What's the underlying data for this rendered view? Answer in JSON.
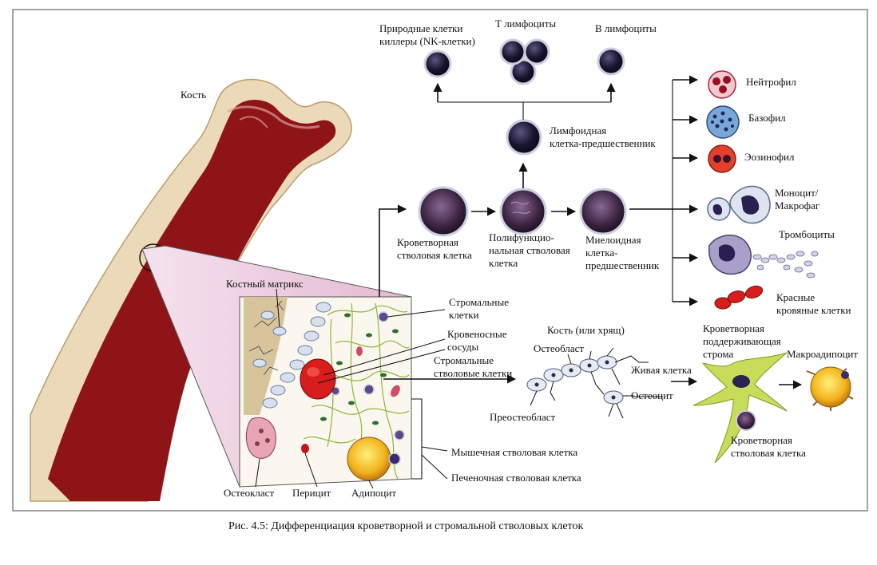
{
  "figure": {
    "caption": "Рис. 4.5: Дифференциация кроветворной и стромальной стволовых клеток"
  },
  "labels": {
    "bone": "Кость",
    "bone_matrix": "Костный матрикс",
    "nk_1": "Природные клетки",
    "nk_2": "киллеры (NK-клетки)",
    "t_cells": "Т лимфоциты",
    "b_cells": "В лимфоциты",
    "lymphoid_1": "Лимфоидная",
    "lymphoid_2": "клетка-предшественник",
    "hsc_1": "Кроветворная",
    "hsc_2": "стволовая клетка",
    "multi_1": "Полифункцио-",
    "multi_2": "нальная стволовая",
    "multi_3": "клетка",
    "myeloid_1": "Миелоидная",
    "myeloid_2": "клетка-",
    "myeloid_3": "предшественник",
    "neutrophil": "Нейтрофил",
    "basophil": "Базофил",
    "eosinophil": "Эозинофил",
    "monocyte_1": "Моноцит/",
    "monocyte_2": "Макрофаг",
    "platelets": "Тромбоциты",
    "rbc_1": "Красные",
    "rbc_2": "кровяные клетки",
    "stromal_1": "Стромальные",
    "stromal_2": "клетки",
    "vessels_1": "Кровеносные",
    "vessels_2": "сосуды",
    "stromal_stem_1": "Стромальные",
    "stromal_stem_2": "стволовые клетки",
    "bone_or_cart": "Кость (или хрящ)",
    "osteoblast": "Остеобласт",
    "living_cell": "Живая клетка",
    "osteocyte": "Остеоцит",
    "preosteoblast": "Преостеобласт",
    "support_1": "Кроветворная",
    "support_2": "поддерживающая",
    "support_3": "строма",
    "macroadipocyte": "Макроадипоцит",
    "hsc_b_1": "Кроветворная",
    "hsc_b_2": "стволовая клетка",
    "muscle_stem": "Мышечная стволовая клетка",
    "liver_stem": "Печеночная стволовая клетка",
    "osteoclast": "Остеокласт",
    "pericyte": "Перицит",
    "adipocyte": "Адипоцит"
  },
  "colors": {
    "marrow": "#8e1418",
    "bone": "#ecd9b8",
    "zoom": "#e9c6dc",
    "cell_dark": "#1a1530",
    "cell_rim": "#c9cfe0",
    "stroma": "#c9dc5a",
    "adipocyte": "#f2b21c",
    "rbc": "#d81d1d"
  }
}
